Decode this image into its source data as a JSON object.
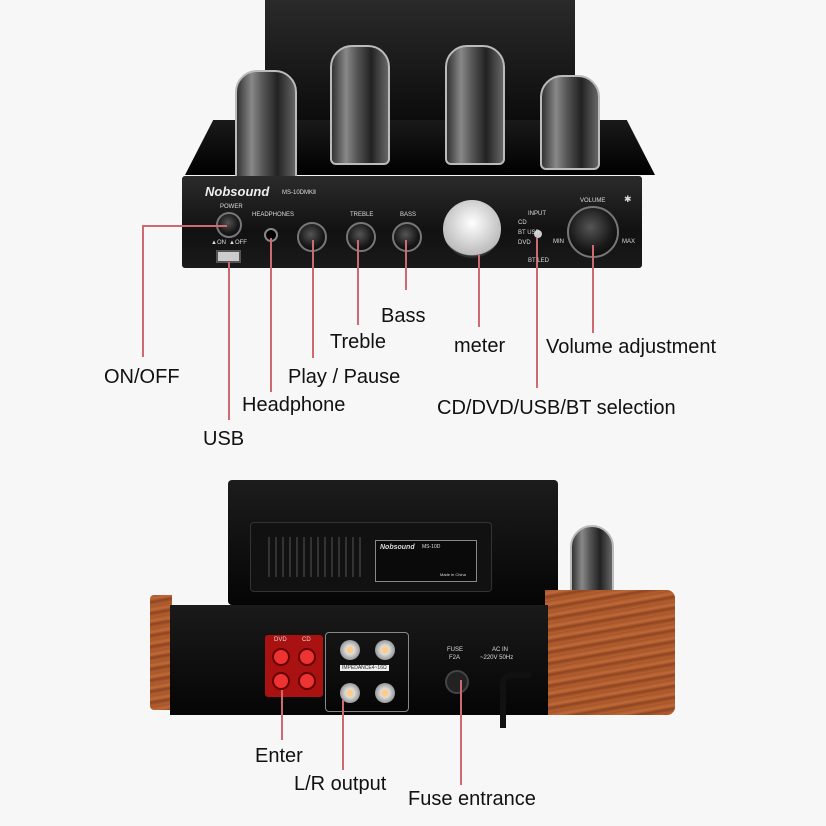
{
  "front_panel": {
    "brand": "Nobsound",
    "model": "MS-10DMKⅡ",
    "panel_text": {
      "power": "POWER",
      "on": "▲ON",
      "off": "▲OFF",
      "headphones": "HEADPHONES",
      "treble": "TREBLE",
      "bass": "BASS",
      "input": "INPUT",
      "cd": "CD",
      "bt_usb": "BT USB",
      "dvd": "DVD",
      "bt_led": "BT LED",
      "volume": "VOLUME",
      "min": "MIN",
      "max": "MAX"
    }
  },
  "callouts_front": {
    "on_off": "ON/OFF",
    "usb": "USB",
    "headphone": "Headphone",
    "play_pause": "Play / Pause",
    "treble": "Treble",
    "bass": "Bass",
    "meter": "meter",
    "selection": "CD/DVD/USB/BT selection",
    "volume": "Volume adjustment"
  },
  "rear_panel": {
    "brand": "Nobsound",
    "model": "MS-10D",
    "made_in": "Made in China",
    "dvd": "DVD",
    "cd": "CD",
    "impedance": "IMPEDANCE4~16Ω",
    "fuse": "FUSE",
    "fuse_rating": "F2A",
    "ac_in": "AC IN",
    "voltage": "~220V 50Hz"
  },
  "callouts_rear": {
    "enter": "Enter",
    "lr_output": "L/R output",
    "fuse_entrance": "Fuse entrance"
  },
  "colors": {
    "callout_line": "#d06a72",
    "background": "#f7f7f7"
  }
}
